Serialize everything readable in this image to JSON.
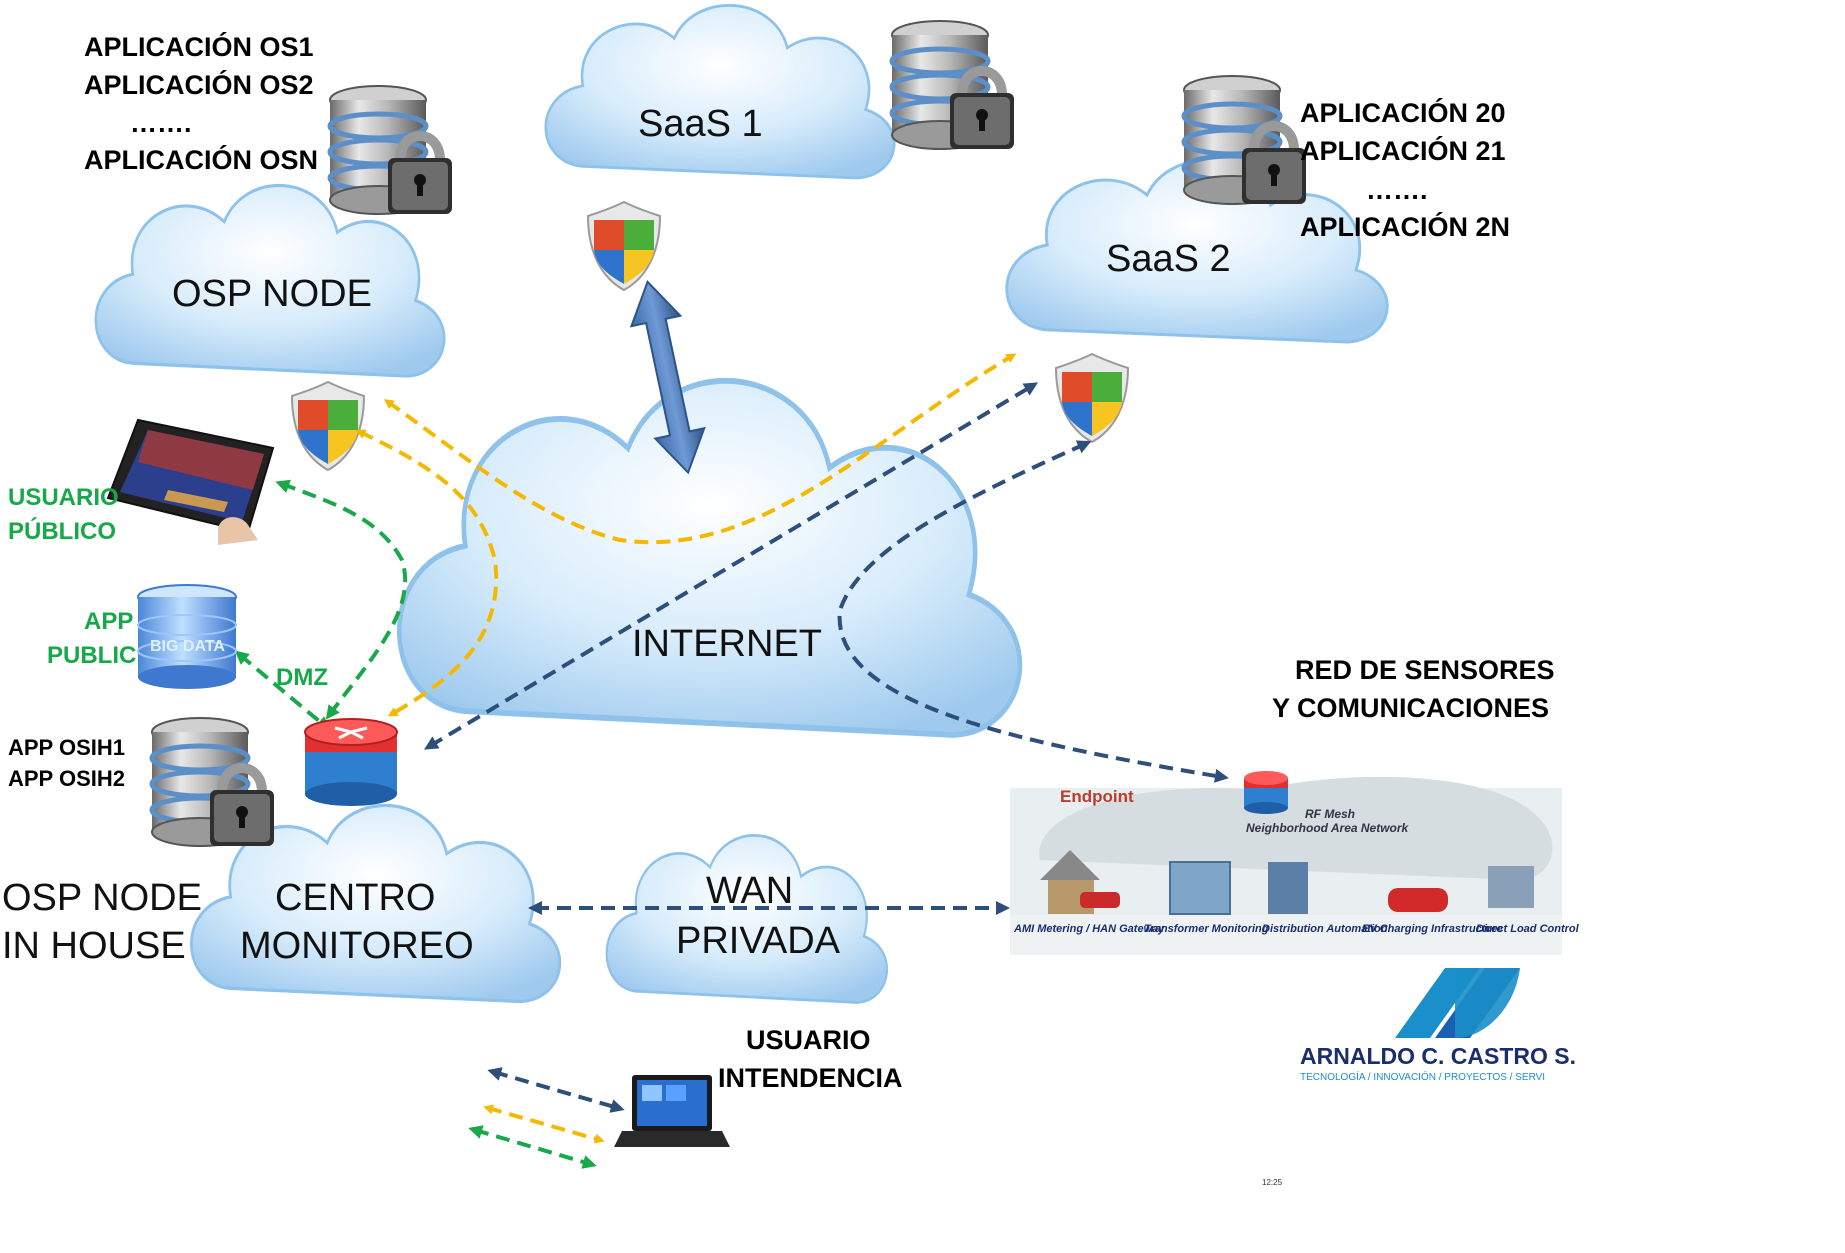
{
  "clouds": {
    "saas1": "SaaS 1",
    "saas2": "SaaS 2",
    "osp_node": "OSP NODE",
    "internet": "INTERNET",
    "centro": [
      "CENTRO",
      "MONITOREO"
    ],
    "wan": [
      "WAN",
      "PRIVADA"
    ]
  },
  "labels": {
    "osp_apps": [
      "APLICACIÓN OS1",
      "APLICACIÓN OS2",
      "…….",
      "APLICACIÓN OSN"
    ],
    "saas2_apps": [
      "APLICACIÓN 20",
      "APLICACIÓN 21",
      "…….",
      "APLICACIÓN 2N"
    ],
    "usuario_publico": [
      "USUARIO",
      "PÚBLICO"
    ],
    "app_public": [
      "APP",
      "PUBLIC"
    ],
    "dmz": "DMZ",
    "app_osih": [
      "APP OSIH1",
      "APP OSIH2"
    ],
    "osp_in_house": [
      "OSP NODE",
      "IN HOUSE"
    ],
    "red_sensores": [
      "RED DE SENSORES",
      "Y COMUNICACIONES"
    ],
    "usuario_intendencia": [
      "USUARIO",
      "INTENDENCIA"
    ]
  },
  "tablet_time": "12:25",
  "big_data": "BIG DATA",
  "sensor_panel": {
    "endpoint": "Endpoint",
    "rf_mesh": "RF Mesh",
    "nan": "Neighborhood Area Network",
    "items": [
      "AMI Metering / HAN Gateway",
      "Transformer Monitoring",
      "Distribution Automation",
      "EV Charging Infrastructure",
      "Direct Load Control"
    ]
  },
  "logo": {
    "name": "ARNALDO C. CASTRO S.",
    "tagline": "TECNOLOGÍA / INNOVACIÓN / PROYECTOS / SERVI"
  },
  "colors": {
    "cloud": "#c9e4f7",
    "yellow_arrow": "#f5b800",
    "blue_arrow": "#2e4f7c",
    "green_arrow": "#1aa84a",
    "green_text": "#18a84a",
    "logo_blue": "#1a8fc9",
    "logo_navy": "#1a2e6e"
  }
}
